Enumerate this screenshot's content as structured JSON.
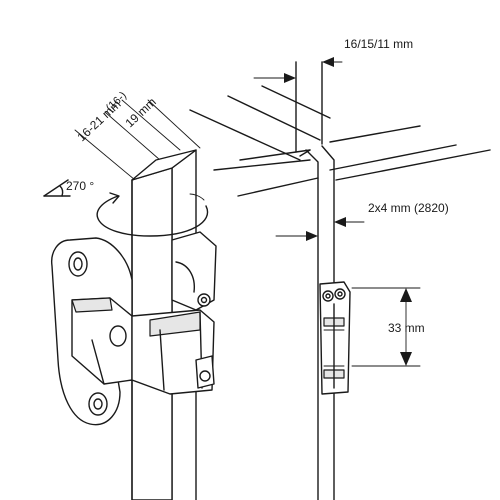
{
  "labels": {
    "gap_widths": "16/15/11 mm",
    "door_19": "19 mm",
    "door_19_prefix": "(16-)",
    "door_16_21": "16-21 mm",
    "angle": "270 °",
    "slot": "2x4 mm (2820)",
    "spacing": "33 mm"
  },
  "colors": {
    "line": "#1a1a1a",
    "background": "#ffffff",
    "shade": "#e6e6e6"
  }
}
